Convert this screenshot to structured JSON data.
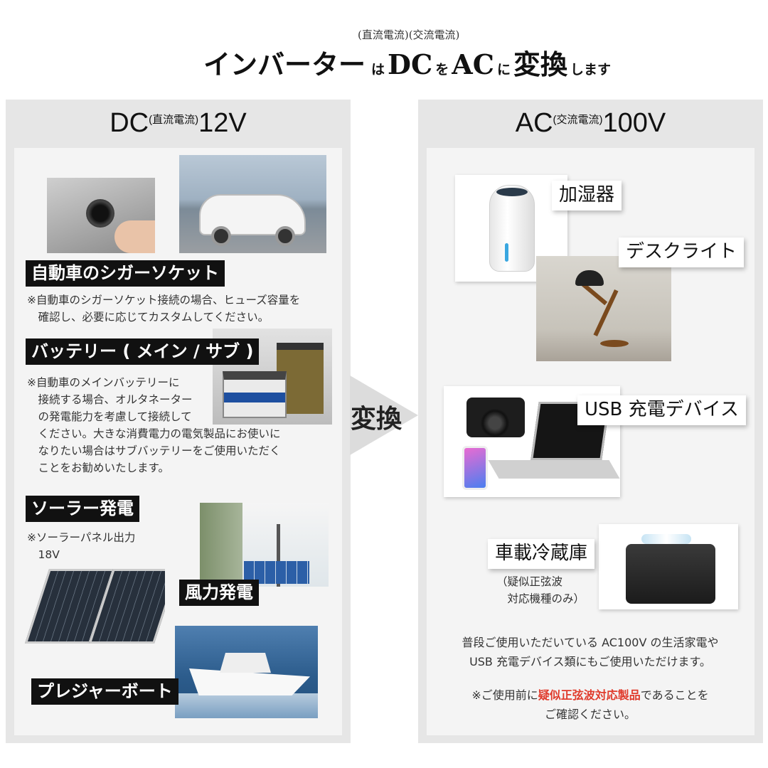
{
  "title": {
    "ruby": "(直流電流)(交流電流)",
    "inverter": "インバーター",
    "ha": "は",
    "dc": "DC",
    "wo": "を",
    "ac": "AC",
    "ni": "に",
    "henkan": "変換",
    "shimasu": "します"
  },
  "left": {
    "head_big": "DC",
    "head_small": "(直流電流)",
    "head_volt": "12V",
    "socket_label": "自動車のシガーソケット",
    "socket_note": "※自動車のシガーソケット接続の場合、ヒューズ容量を\n　確認し、必要に応じてカスタムしてください。",
    "battery_label": "バッテリー ( メイン / サブ )",
    "battery_note": "※自動車のメインバッテリーに\n　接続する場合、オルタネーター\n　の発電能力を考慮して接続して\n　ください。大きな消費電力の電気製品にお使いに\n　なりたい場合はサブバッテリーをご使用いただく\n　ことをお勧めいたします。",
    "solar_label": "ソーラー発電",
    "solar_note": "※ソーラーパネル出力\n　18V",
    "wind_label": "風力発電",
    "boat_label": "プレジャーボート"
  },
  "arrow_label": "変換",
  "right": {
    "head_big": "AC",
    "head_small": "(交流電流)",
    "head_volt": "100V",
    "humidifier_label": "加湿器",
    "desklight_label": "デスクライト",
    "usb_label": "USB 充電デバイス",
    "fridge_label": "車載冷蔵庫",
    "fridge_note": "（疑似正弦波\n　対応機種のみ）",
    "desc_line1": "普段ご使用いただいている AC100V の生活家電や",
    "desc_line2": "USB 充電デバイス類にもご使用いただけます。",
    "caution_pre": "※ご使用前に",
    "caution_red": "疑似正弦波対応製品",
    "caution_post": "であることを",
    "caution_line2": "ご確認ください。"
  },
  "colors": {
    "panel_bg": "#e6e6e6",
    "inner_bg": "#f4f4f4",
    "label_black": "#111111",
    "caution_red": "#e03b2c",
    "title_highlight": "#f4b8b4"
  }
}
